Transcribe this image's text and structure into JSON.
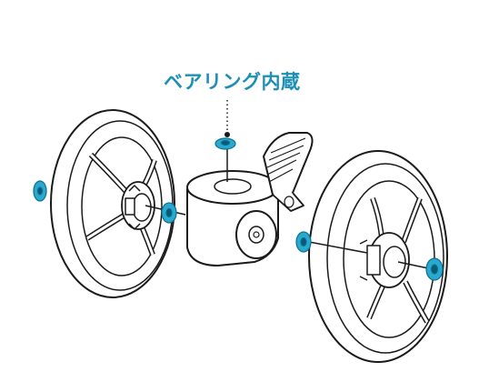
{
  "callout": {
    "label": "ベアリング内蔵"
  },
  "colors": {
    "accent": "#1B8FB5",
    "bearing": "#2AA9CF",
    "outline": "#1a1a1a",
    "tire_fill": "#ffffff",
    "shade": "#d9d9d9"
  },
  "icons": {
    "callout_leader": "dotted-leader-line",
    "bearing": "bearing-ring"
  }
}
